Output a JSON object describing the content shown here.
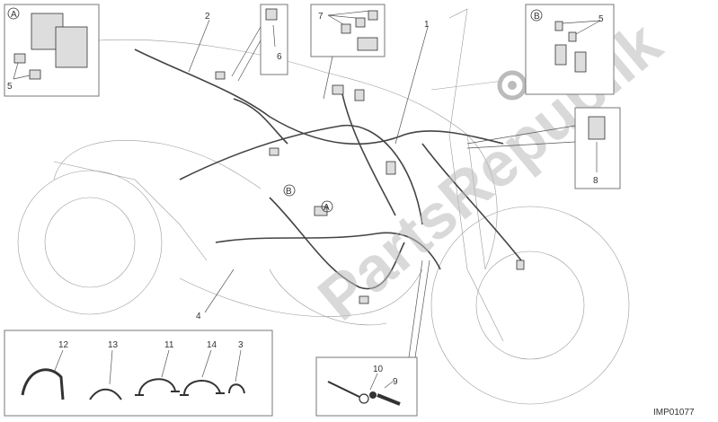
{
  "diagram": {
    "drawing_code": "IMP01077",
    "watermark": "PartsRepublik",
    "callouts": {
      "harness_main": "1",
      "harness_sub": "2",
      "clip": "3",
      "part4": "4",
      "fuse": "5",
      "relay6": "6",
      "relay7": "7",
      "module8": "8",
      "screw": "9",
      "washer": "10",
      "clamp11": "11",
      "cable_tie12": "12",
      "clip13": "13",
      "clamp14": "14"
    },
    "detail_marks": {
      "a": "A",
      "b": "B"
    }
  }
}
